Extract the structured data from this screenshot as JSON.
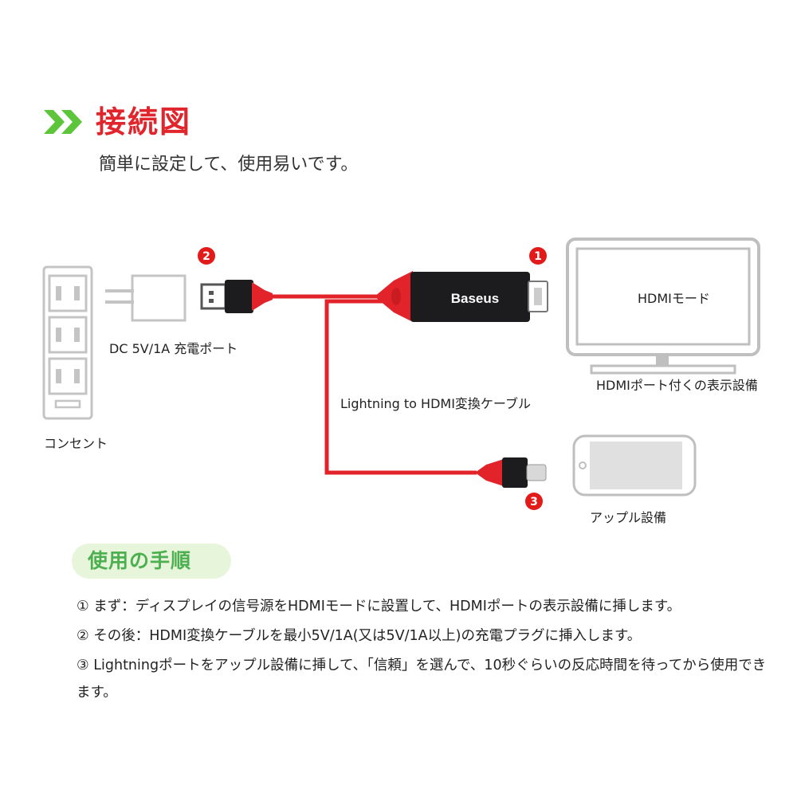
{
  "header": {
    "chevron_icon": "double-chevron-right-icon",
    "title": "接続図",
    "subtitle": "簡単に設定して、使用易いです。"
  },
  "diagram": {
    "markers": [
      "1",
      "2",
      "3"
    ],
    "brand_logo": "Baseus",
    "labels": {
      "dc_port": "DC 5V/1A 充電ポート",
      "outlet": "コンセント",
      "cable": "Lightning to HDMI変換ケーブル",
      "hdmi_mode": "HDMIモード",
      "display": "HDMIポート付くの表示設備",
      "apple": "アップル設備"
    },
    "icons": {
      "outlet": "power-outlet-icon",
      "adapter": "usb-power-adapter-icon",
      "usb": "usb-plug-icon",
      "hdmi": "hdmi-plug-icon",
      "lightning": "lightning-plug-icon",
      "monitor": "monitor-icon",
      "phone": "phone-icon"
    },
    "colors": {
      "cable_red": "#e2232a",
      "marker_red": "#e21a1a",
      "device_gray": "#bfbfbf",
      "connector_black": "#1c1c1e"
    }
  },
  "usage": {
    "heading": "使用の手順",
    "steps": [
      "① まず：ディスプレイの信号源をHDMIモードに設置して、HDMIポートの表示設備に挿します。",
      "② その後：HDMI変換ケーブルを最小5V/1A(又は5V/1A以上)の充電プラグに挿入します。",
      "③ Lightningポートをアップル設備に挿して、「信頼」を選んで、10秒ぐらいの反応時間を待ってから使用できます。"
    ]
  }
}
